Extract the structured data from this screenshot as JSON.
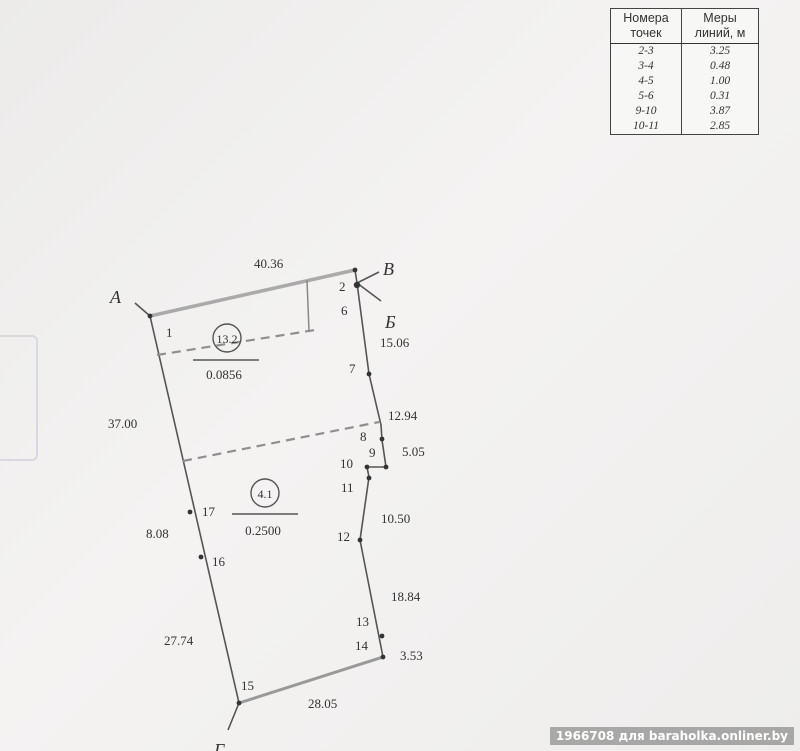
{
  "legend": {
    "header_points": "Номера точек",
    "header_lengths": "Меры линий, м",
    "rows": [
      {
        "points": "2-3",
        "length": "3.25"
      },
      {
        "points": "3-4",
        "length": "0.48"
      },
      {
        "points": "4-5",
        "length": "1.00"
      },
      {
        "points": "5-6",
        "length": "0.31"
      },
      {
        "points": "9-10",
        "length": "3.87"
      },
      {
        "points": "10-11",
        "length": "2.85"
      }
    ]
  },
  "corners": {
    "a": "А",
    "b": "Б",
    "v": "В",
    "g": "Г"
  },
  "point_numbers": {
    "p1": "1",
    "p2": "2",
    "p6": "6",
    "p7": "7",
    "p8": "8",
    "p9": "9",
    "p10": "10",
    "p11": "11",
    "p12": "12",
    "p13": "13",
    "p14": "14",
    "p15": "15",
    "p16": "16",
    "p17": "17"
  },
  "lengths": {
    "top": "40.36",
    "right_upper": "15.06",
    "right_mid": "12.94",
    "right_step": "5.05",
    "right_lower": "10.50",
    "right_bottom": "18.84",
    "corner_14": "3.53",
    "bottom": "28.05",
    "left_upper": "37.00",
    "left_mid": "8.08",
    "left_lower": "27.74"
  },
  "zones": {
    "upper": {
      "code": "13.2",
      "area": "0.0856"
    },
    "lower": {
      "code": "4.1",
      "area": "0.2500"
    }
  },
  "watermark": "1966708 для baraholka.onliner.by"
}
